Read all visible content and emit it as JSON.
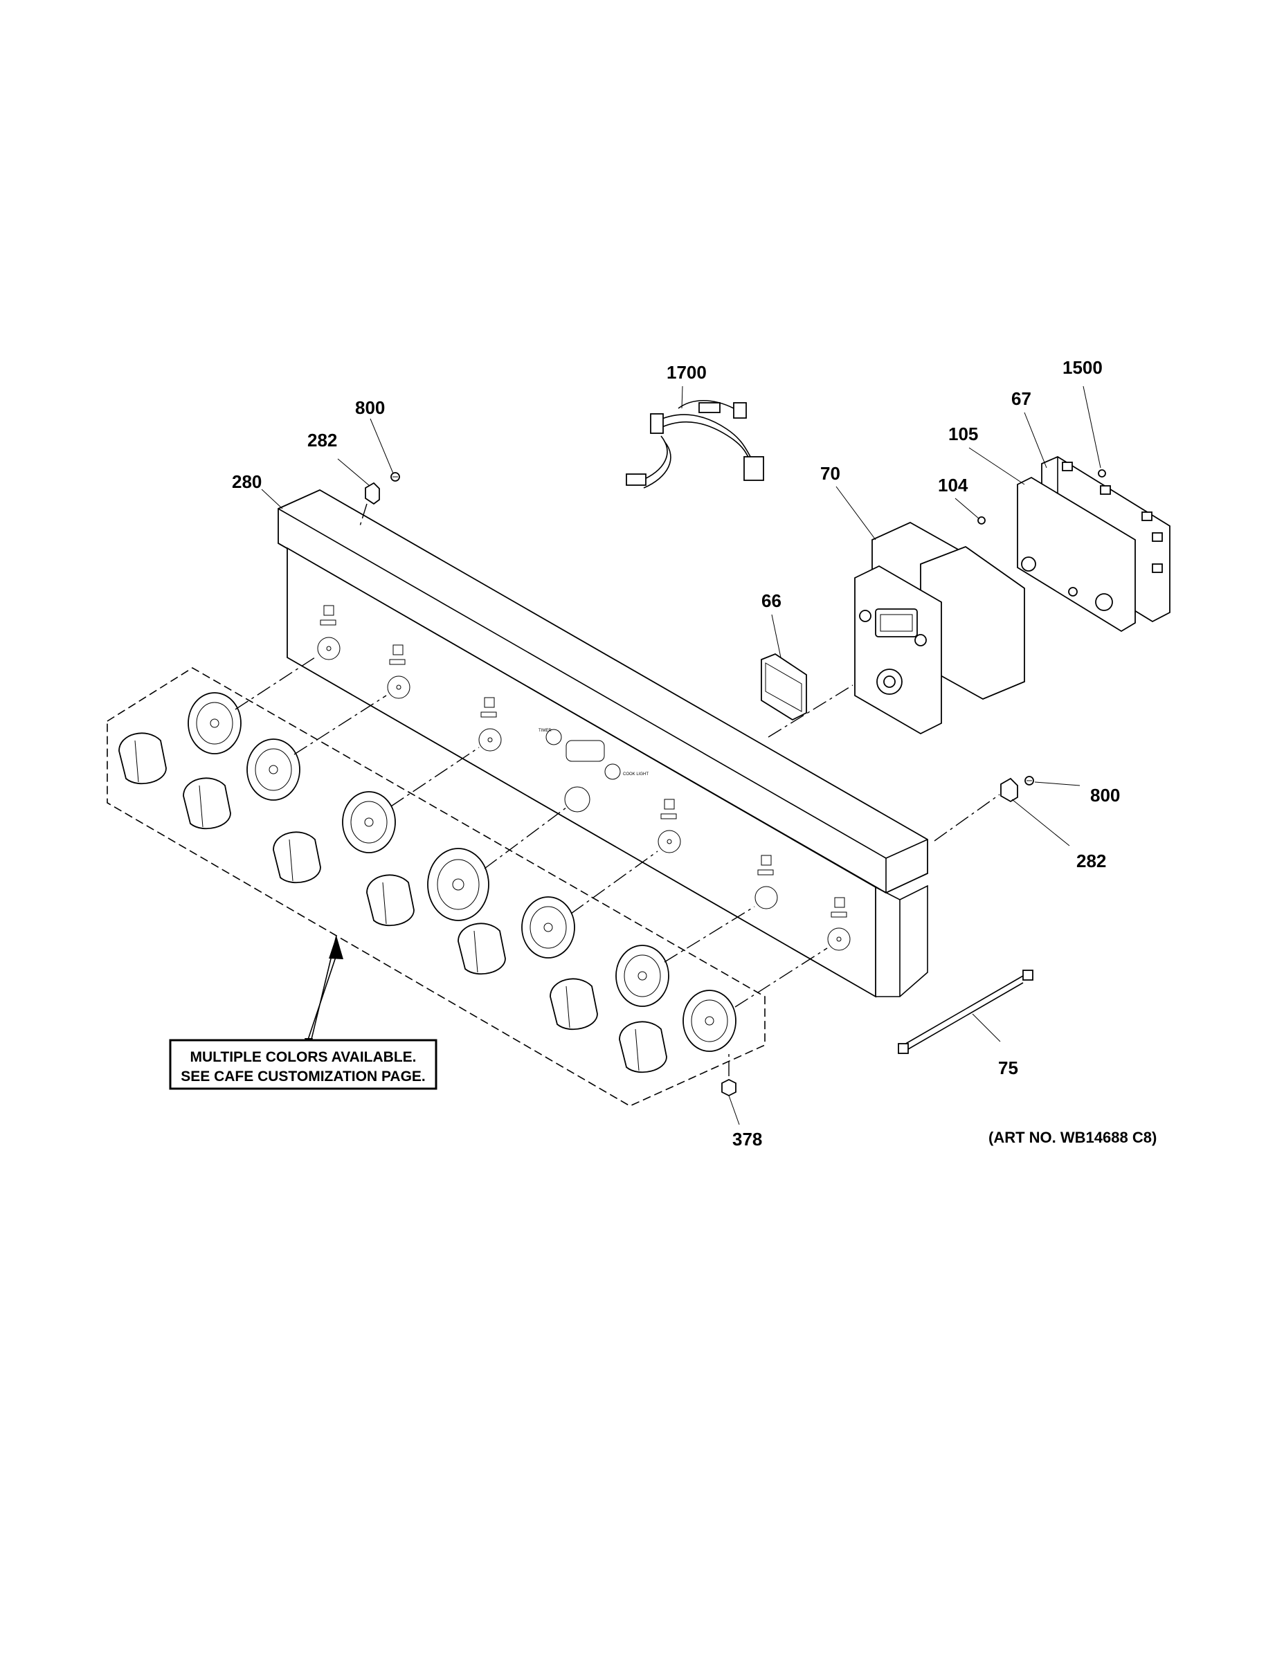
{
  "callouts": {
    "c1700": "1700",
    "c1500": "1500",
    "c800_top": "800",
    "c67": "67",
    "c282_top": "282",
    "c105": "105",
    "c280": "280",
    "c70": "70",
    "c104": "104",
    "c66": "66",
    "c800_right": "800",
    "c282_right": "282",
    "c75": "75",
    "c378": "378"
  },
  "note": {
    "line1": "MULTIPLE COLORS AVAILABLE.",
    "line2": "SEE CAFE CUSTOMIZATION PAGE."
  },
  "art_number": "(ART NO. WB14688 C8)",
  "panel_labels": {
    "timer": "TIMER",
    "cook_light": "COOK LIGHT"
  }
}
